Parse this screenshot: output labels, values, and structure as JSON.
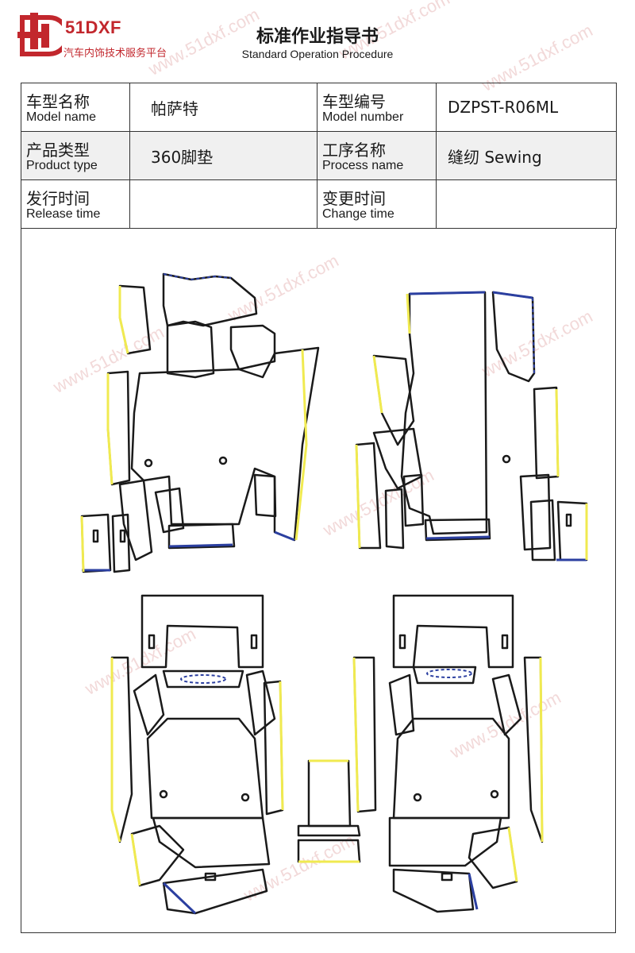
{
  "brand": {
    "name": "51DXF",
    "tagline": "汽车内饰技术服务平台",
    "color": "#c2272d"
  },
  "header": {
    "title": "标准作业指导书",
    "subtitle": "Standard Operation Procedure"
  },
  "info": {
    "model_name_cn": "车型名称",
    "model_name_en": "Model name",
    "model_name_value": "帕萨特",
    "model_number_cn": "车型编号",
    "model_number_en": "Model number",
    "model_number_value": "DZPST-R06ML",
    "product_type_cn": "产品类型",
    "product_type_en": "Product type",
    "product_type_value": "360脚垫",
    "process_name_cn": "工序名称",
    "process_name_en": "Process name",
    "process_name_value": "缝纫 Sewing",
    "release_time_cn": "发行时间",
    "release_time_en": "Release time",
    "release_time_value": "",
    "change_time_cn": "变更时间",
    "change_time_en": "Change time",
    "change_time_value": ""
  },
  "watermark": "www.51dxf.com",
  "colors": {
    "outline": "#1a1a1a",
    "edge_yellow": "#f0ea50",
    "edge_blue": "#2b3fa0"
  }
}
